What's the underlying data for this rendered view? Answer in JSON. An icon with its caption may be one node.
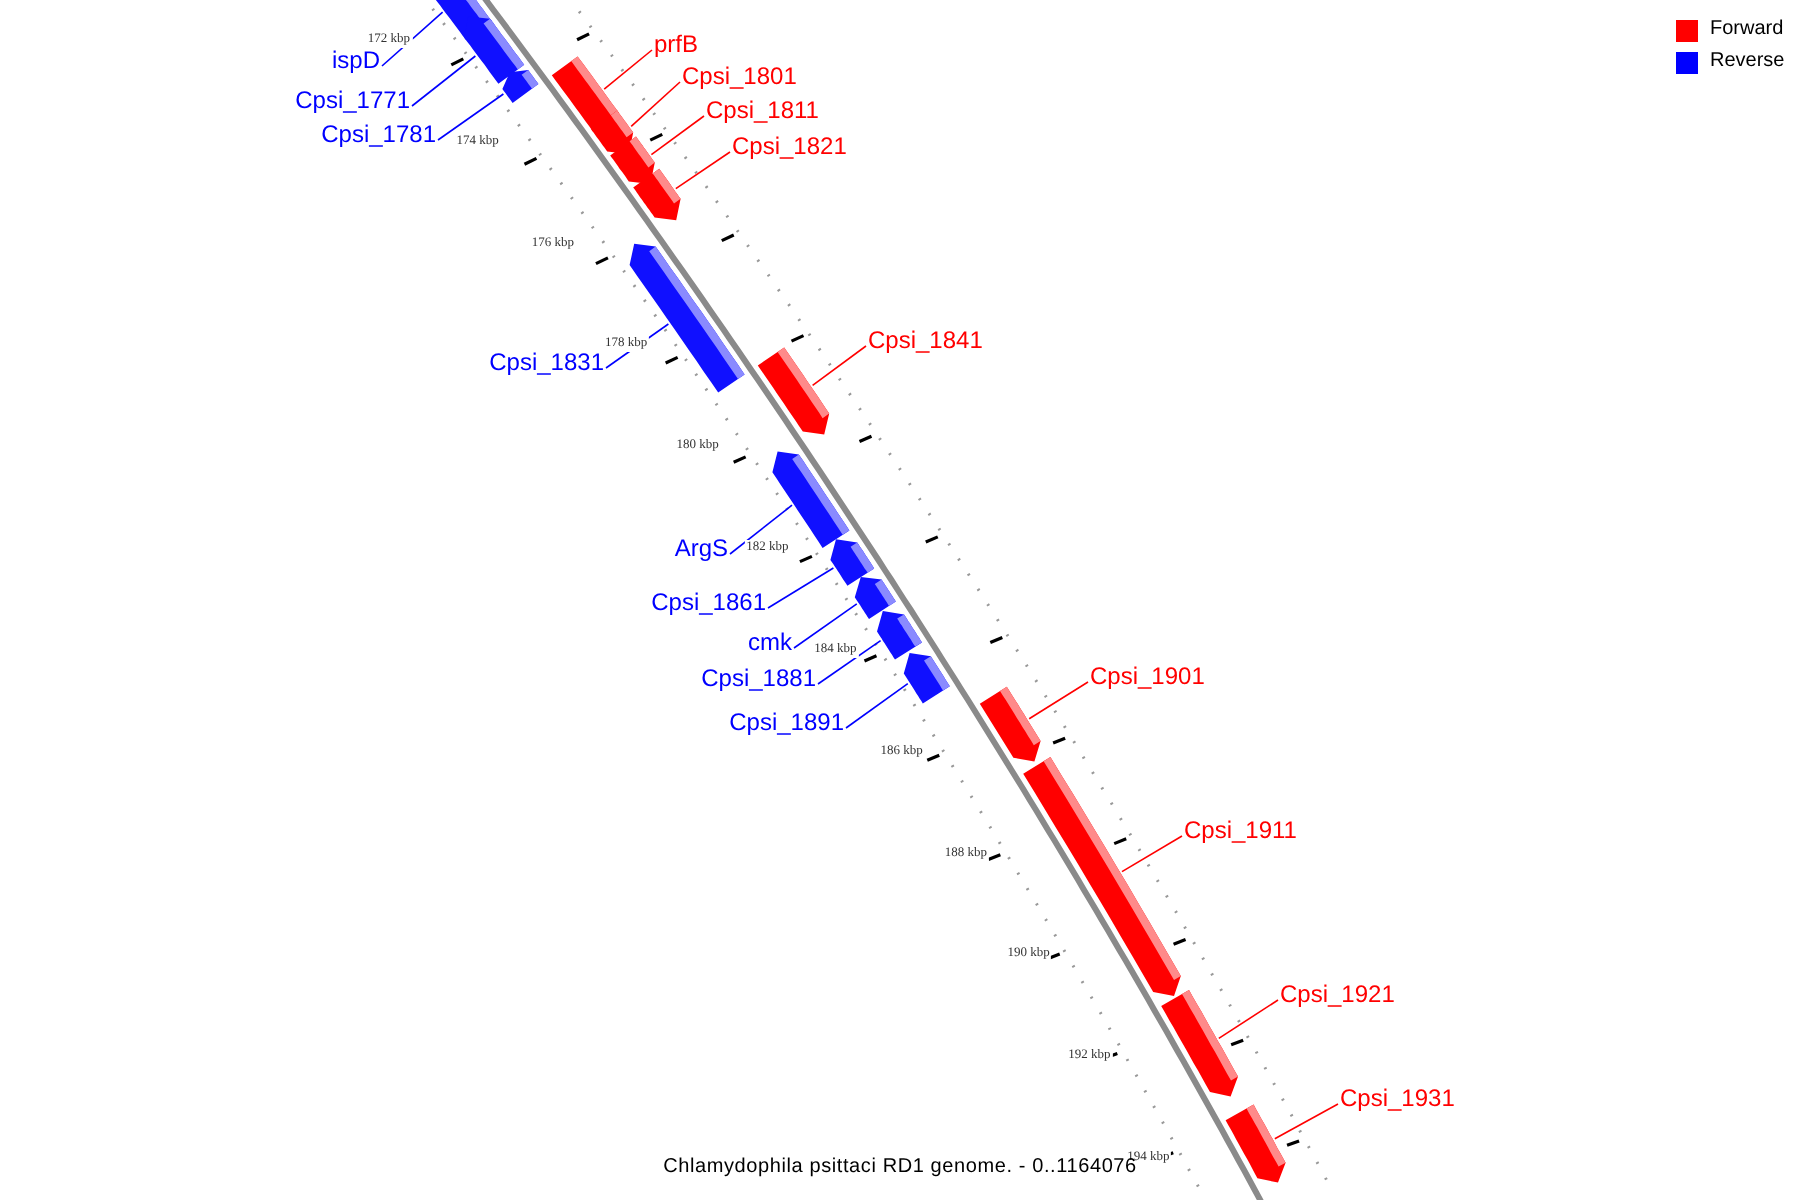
{
  "diagram": {
    "caption": "Chlamydophila psittaci RD1 genome. - 0..1164076",
    "nodes": [
      {
        "text": [
          "prfB"
        ]
      },
      {
        "text": [
          "ispD"
        ]
      },
      {
        "text": [
          "Cpsi_1801"
        ]
      },
      {
        "text": [
          "Cpsi_1771"
        ]
      },
      {
        "text": [
          "Cpsi_1811"
        ]
      },
      {
        "text": [
          "Cpsi_1781"
        ]
      },
      {
        "text": [
          "Cpsi_1821"
        ]
      },
      {
        "text": [
          "Cpsi_1841"
        ]
      },
      {
        "text": [
          "Cpsi_1831"
        ]
      },
      {
        "text": [
          "ArgS"
        ]
      },
      {
        "text": [
          "Cpsi_1861"
        ]
      },
      {
        "text": [
          "cmk"
        ]
      },
      {
        "text": [
          "Cpsi_1901"
        ]
      },
      {
        "text": [
          "Cpsi_1881"
        ]
      },
      {
        "text": [
          "Cpsi_1891"
        ]
      },
      {
        "text": [
          "Cpsi_1911"
        ]
      },
      {
        "text": [
          "Cpsi_1921"
        ]
      },
      {
        "text": [
          "Cpsi_1931"
        ]
      },
      {
        "text": [],
        "shape": "bar"
      },
      {
        "text": [],
        "shape": "bar"
      },
      {
        "text": [],
        "shape": "bar"
      },
      {
        "text": [],
        "shape": "bar"
      },
      {
        "text": [],
        "shape": "bar"
      },
      {
        "text": [],
        "shape": "bar"
      },
      {
        "text": [],
        "shape": "bar"
      },
      {
        "text": [],
        "shape": "bar"
      },
      {
        "text": [],
        "shape": "bar"
      },
      {
        "text": [],
        "shape": "bar"
      },
      {
        "text": [],
        "shape": "bar"
      },
      {
        "text": [],
        "shape": "bar"
      },
      {
        "text": [],
        "shape": "bar"
      },
      {
        "text": [],
        "shape": "bar"
      },
      {
        "text": [],
        "shape": "bar"
      },
      {
        "text": [],
        "shape": "bar"
      },
      {
        "text": [],
        "shape": "bar"
      },
      {
        "text": [],
        "shape": "bar"
      }
    ],
    "edges": [
      {
        "from": 0,
        "to": 18,
        "arrow": "none",
        "color": "#ff0000"
      },
      {
        "from": 1,
        "to": 19,
        "arrow": "none",
        "color": "#0000ff"
      },
      {
        "from": 2,
        "to": 20,
        "arrow": "none",
        "color": "#ff0000"
      },
      {
        "from": 3,
        "to": 21,
        "arrow": "none",
        "color": "#0000ff"
      },
      {
        "from": 4,
        "to": 22,
        "arrow": "none",
        "color": "#ff0000"
      },
      {
        "from": 5,
        "to": 23,
        "arrow": "none",
        "color": "#0000ff"
      },
      {
        "from": 6,
        "to": 24,
        "arrow": "none",
        "color": "#ff0000"
      },
      {
        "from": 7,
        "to": 25,
        "arrow": "none",
        "color": "#ff0000"
      },
      {
        "from": 8,
        "to": 26,
        "arrow": "none",
        "color": "#0000ff"
      },
      {
        "from": 9,
        "to": 27,
        "arrow": "none",
        "color": "#0000ff"
      },
      {
        "from": 10,
        "to": 28,
        "arrow": "none",
        "color": "#0000ff"
      },
      {
        "from": 11,
        "to": 29,
        "arrow": "none",
        "color": "#0000ff"
      },
      {
        "from": 12,
        "to": 30,
        "arrow": "none",
        "color": "#ff0000"
      },
      {
        "from": 13,
        "to": 31,
        "arrow": "none",
        "color": "#0000ff"
      },
      {
        "from": 14,
        "to": 32,
        "arrow": "none",
        "color": "#0000ff"
      },
      {
        "from": 15,
        "to": 33,
        "arrow": "none",
        "color": "#ff0000"
      },
      {
        "from": 16,
        "to": 34,
        "arrow": "none",
        "color": "#ff0000"
      },
      {
        "from": 17,
        "to": 35,
        "arrow": "none",
        "color": "#ff0000"
      }
    ],
    "labels": [
      "172 kbp",
      "174 kbp",
      "176 kbp",
      "178 kbp",
      "180 kbp",
      "182 kbp",
      "184 kbp",
      "186 kbp",
      "188 kbp",
      "190 kbp",
      "192 kbp",
      "194 kbp"
    ],
    "legend": [
      {
        "text": "Forward",
        "color": "#ff0000"
      },
      {
        "text": "Reverse",
        "color": "#0000ff"
      }
    ]
  }
}
